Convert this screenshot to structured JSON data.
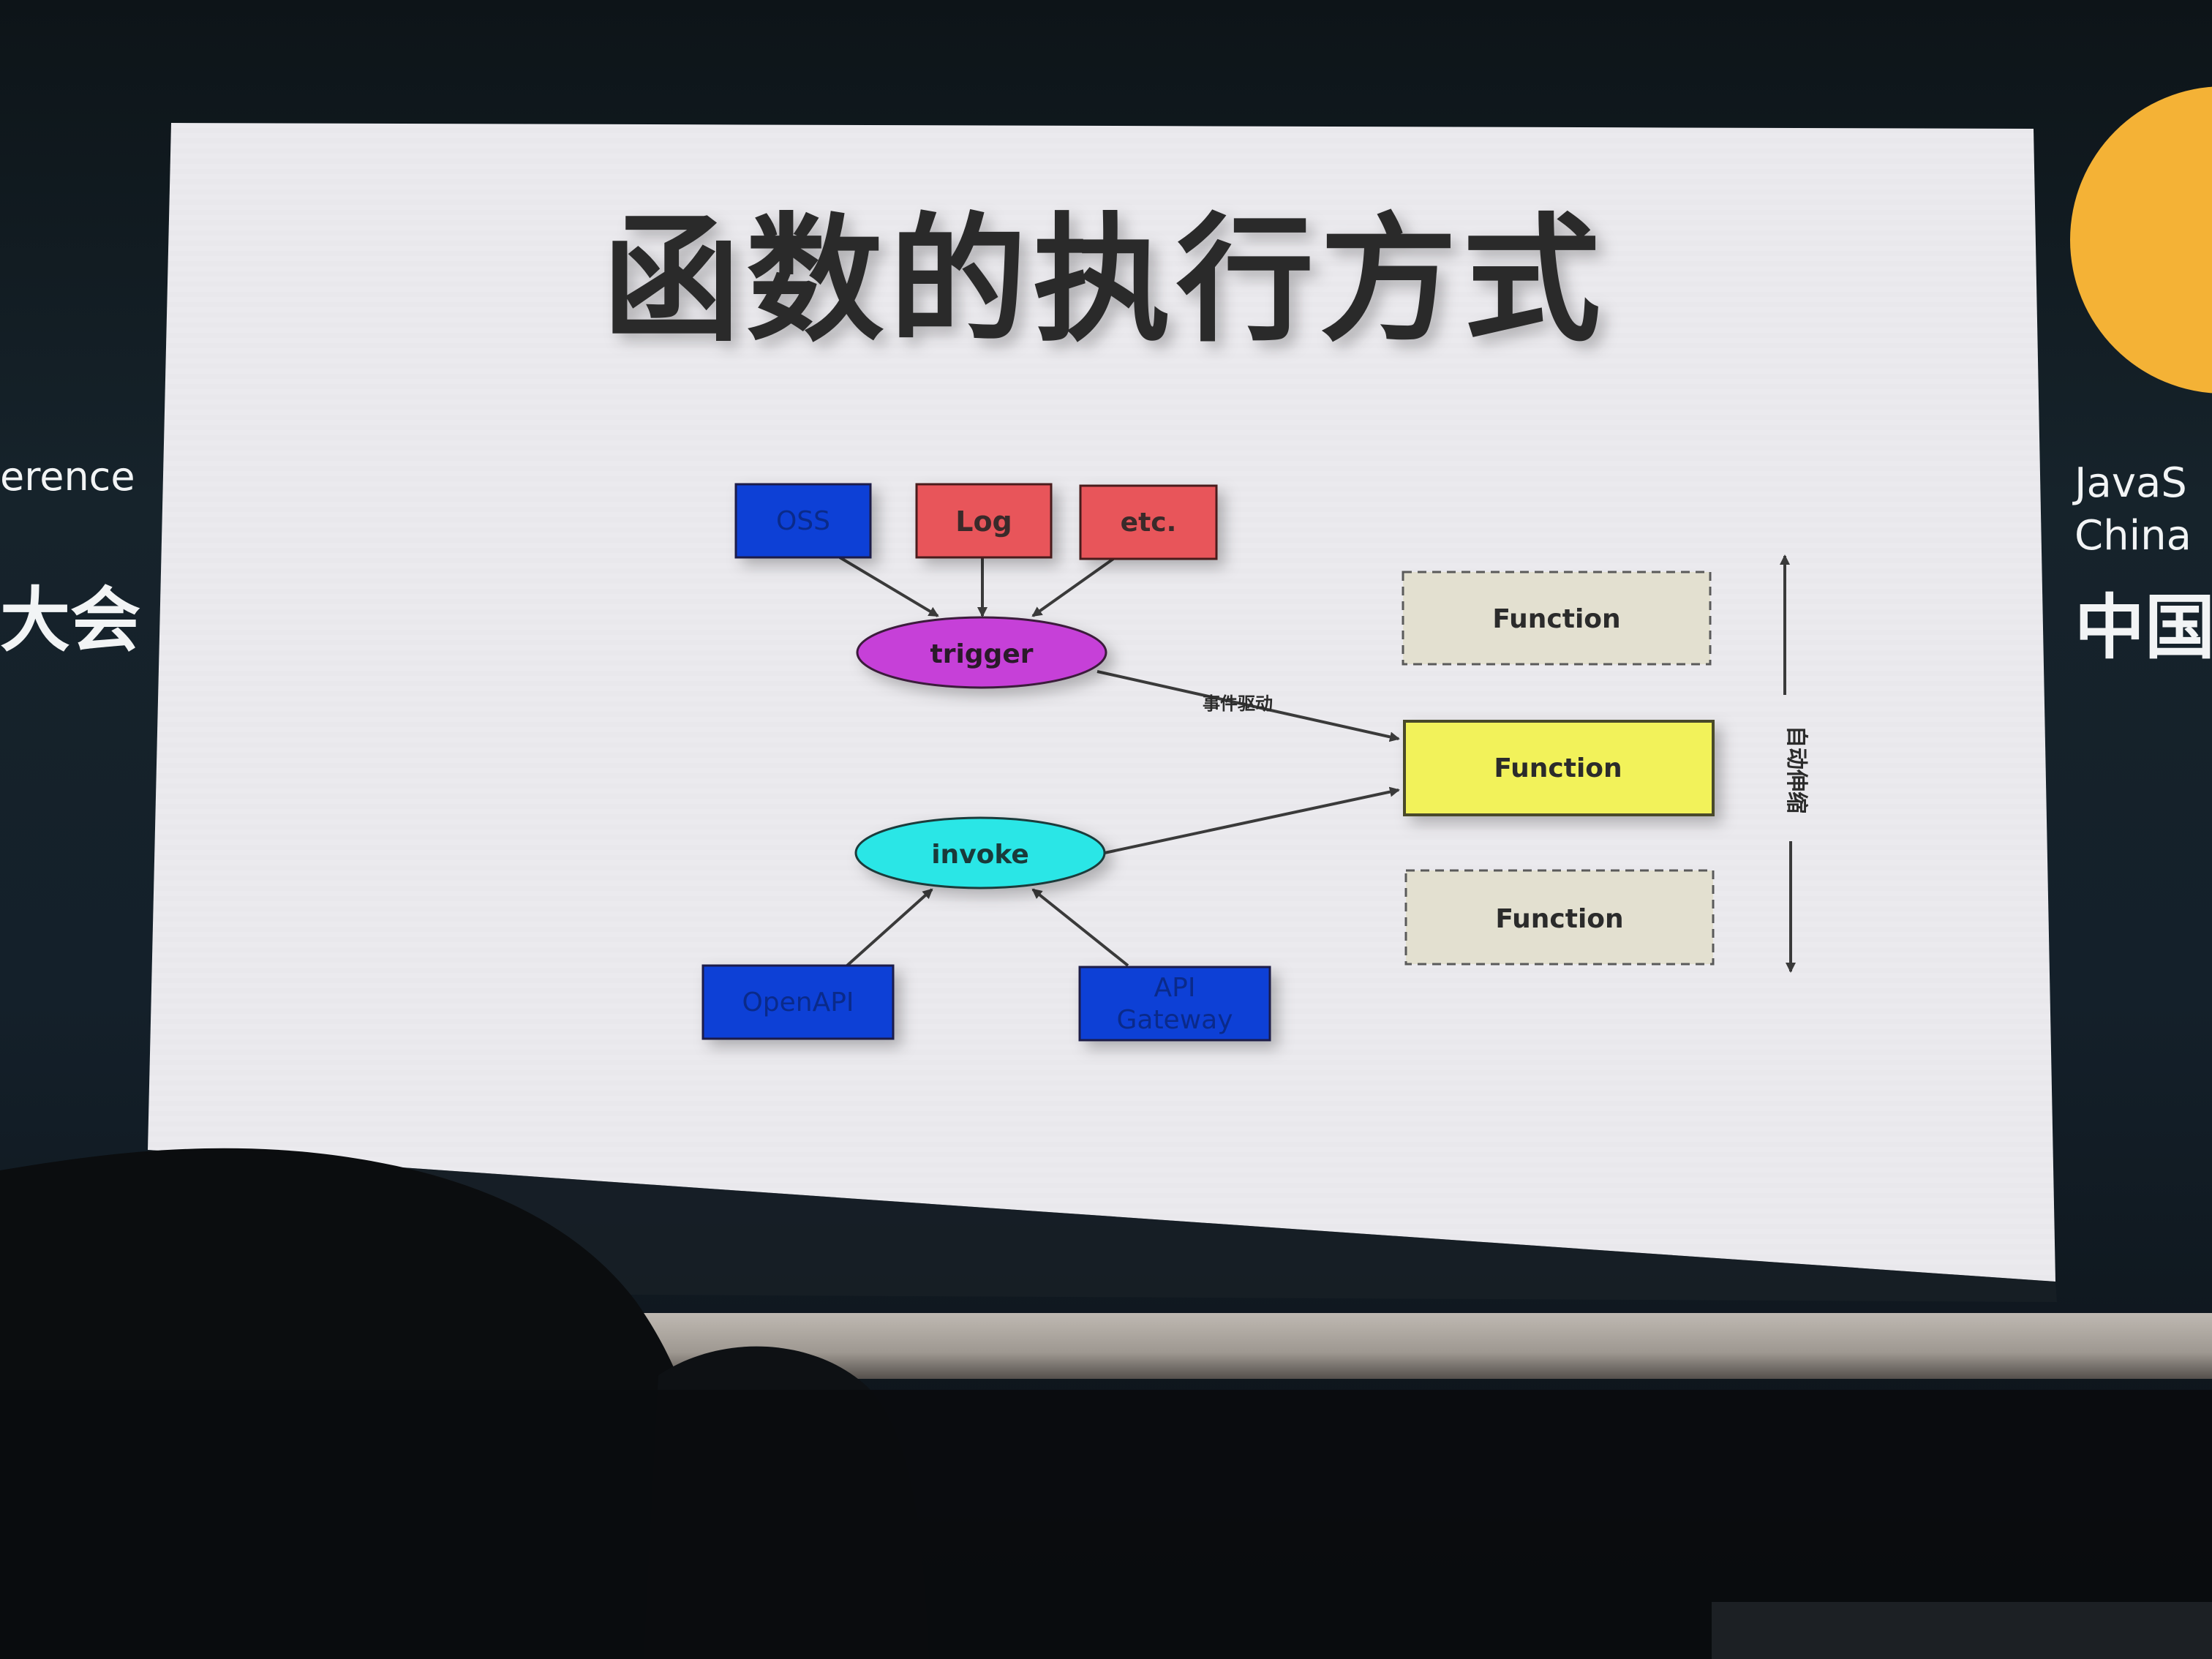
{
  "venue": {
    "left_text_en": "erence",
    "left_text_zh": "大会",
    "right_text_en_1": "JavaS",
    "right_text_en_2": "China",
    "right_text_zh": "中国"
  },
  "slide": {
    "title": "函数的执行方式",
    "sources": {
      "oss": "OSS",
      "log": "Log",
      "etc": "etc."
    },
    "trigger": "trigger",
    "invoke": "invoke",
    "event_driven_label": "事件驱动",
    "callers": {
      "openapi": "OpenAPI",
      "api_gateway_line1": "API",
      "api_gateway_line2": "Gateway"
    },
    "functions": [
      "Function",
      "Function",
      "Function"
    ],
    "autoscale_label": "自动伸缩"
  },
  "colors": {
    "slide_bg": "#e9e8ec",
    "blue_box": "#0b3fd6",
    "red_box": "#e8545a",
    "trigger_ellipse": "#c640d8",
    "invoke_ellipse": "#2ce6e6",
    "function_active": "#f2f25a",
    "function_idle": "#e3e0d0",
    "yellow_accent": "#f4b236"
  }
}
